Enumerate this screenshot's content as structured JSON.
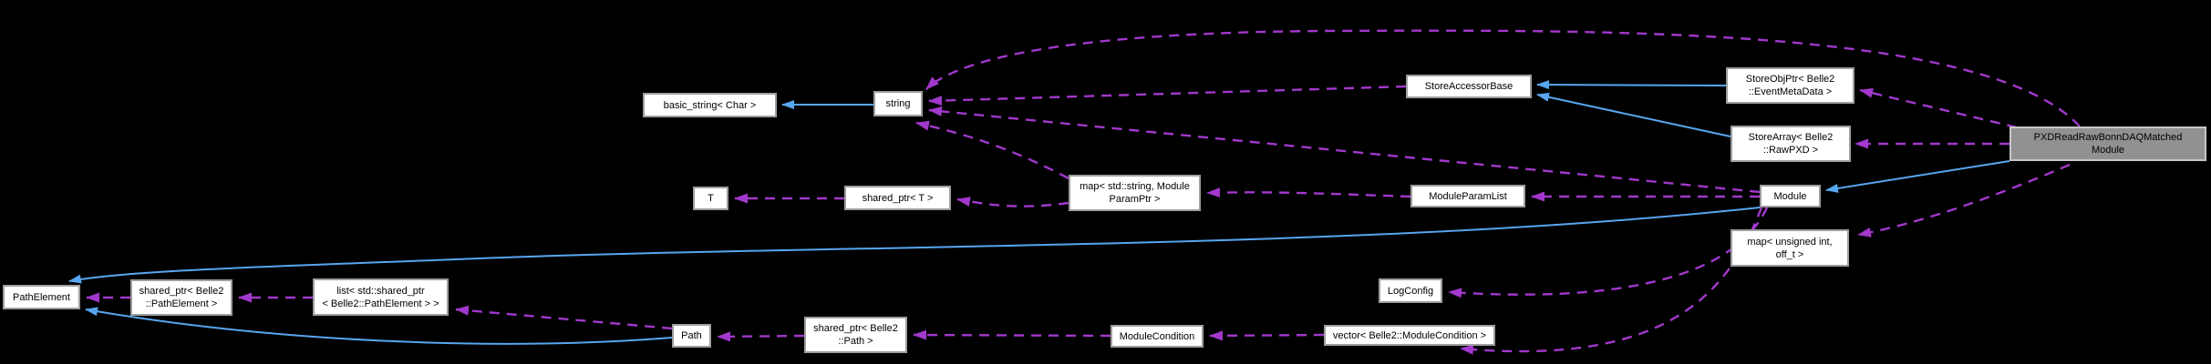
{
  "colors": {
    "background": "#000000",
    "inheritance_edge": "#58a6f0",
    "usage_edge": "#a238cc",
    "node_fill": "#ffffff",
    "node_border": "#9e9e9e",
    "node_text": "#000000",
    "main_node_fill": "#919191",
    "main_node_border": "#c6c6c6"
  },
  "nodes": [
    {
      "id": "basic_string",
      "label": "basic_string< Char >"
    },
    {
      "id": "string",
      "label": "string"
    },
    {
      "id": "store_accessor_base",
      "label": "StoreAccessorBase"
    },
    {
      "id": "store_obj_ptr",
      "label": "StoreObjPtr< Belle2\n::EventMetaData >"
    },
    {
      "id": "store_array",
      "label": "StoreArray< Belle2\n::RawPXD >"
    },
    {
      "id": "main_module",
      "label": "PXDReadRawBonnDAQMatched\nModule",
      "main": true
    },
    {
      "id": "t",
      "label": "T"
    },
    {
      "id": "shared_ptr_t",
      "label": "shared_ptr< T >"
    },
    {
      "id": "map_string_paramptr",
      "label": "map< std::string, Module\nParamPtr >"
    },
    {
      "id": "module_param_list",
      "label": "ModuleParamList"
    },
    {
      "id": "module",
      "label": "Module"
    },
    {
      "id": "map_unsigned_off_t",
      "label": "map< unsigned int,\noff_t >"
    },
    {
      "id": "path_element",
      "label": "PathElement"
    },
    {
      "id": "shared_ptr_pathelement",
      "label": "shared_ptr< Belle2\n::PathElement >"
    },
    {
      "id": "list_shared_ptr",
      "label": "list< std::shared_ptr\n< Belle2::PathElement > >"
    },
    {
      "id": "log_config",
      "label": "LogConfig"
    },
    {
      "id": "path",
      "label": "Path"
    },
    {
      "id": "shared_ptr_path",
      "label": "shared_ptr< Belle2\n::Path >"
    },
    {
      "id": "module_condition",
      "label": "ModuleCondition"
    },
    {
      "id": "vector_modulecondition",
      "label": "vector< Belle2::ModuleCondition >"
    }
  ],
  "edges": [
    {
      "from": "string",
      "to": "basic_string",
      "type": "inheritance"
    },
    {
      "from": "store_obj_ptr",
      "to": "store_accessor_base",
      "type": "inheritance"
    },
    {
      "from": "store_array",
      "to": "store_accessor_base",
      "type": "inheritance"
    },
    {
      "from": "main_module",
      "to": "module",
      "type": "inheritance"
    },
    {
      "from": "module",
      "to": "path_element",
      "type": "inheritance"
    },
    {
      "from": "path",
      "to": "path_element",
      "type": "inheritance"
    },
    {
      "from": "shared_ptr_pathelement",
      "to": "path_element",
      "type": "usage"
    },
    {
      "from": "list_shared_ptr",
      "to": "shared_ptr_pathelement",
      "type": "usage"
    },
    {
      "from": "path",
      "to": "list_shared_ptr",
      "type": "usage"
    },
    {
      "from": "shared_ptr_path",
      "to": "path",
      "type": "usage"
    },
    {
      "from": "module_condition",
      "to": "shared_ptr_path",
      "type": "usage"
    },
    {
      "from": "vector_modulecondition",
      "to": "module_condition",
      "type": "usage"
    },
    {
      "from": "module",
      "to": "log_config",
      "type": "usage"
    },
    {
      "from": "module",
      "to": "vector_modulecondition",
      "type": "usage"
    },
    {
      "from": "module",
      "to": "module_param_list",
      "type": "usage"
    },
    {
      "from": "module",
      "to": "string",
      "type": "usage"
    },
    {
      "from": "store_accessor_base",
      "to": "string",
      "type": "usage"
    },
    {
      "from": "map_string_paramptr",
      "to": "string",
      "type": "usage"
    },
    {
      "from": "map_string_paramptr",
      "to": "shared_ptr_t",
      "type": "usage"
    },
    {
      "from": "module_param_list",
      "to": "map_string_paramptr",
      "type": "usage"
    },
    {
      "from": "shared_ptr_t",
      "to": "t",
      "type": "usage"
    },
    {
      "from": "main_module",
      "to": "store_obj_ptr",
      "type": "usage"
    },
    {
      "from": "main_module",
      "to": "store_array",
      "type": "usage"
    },
    {
      "from": "main_module",
      "to": "string",
      "type": "usage"
    },
    {
      "from": "main_module",
      "to": "map_unsigned_off_t",
      "type": "usage"
    }
  ]
}
